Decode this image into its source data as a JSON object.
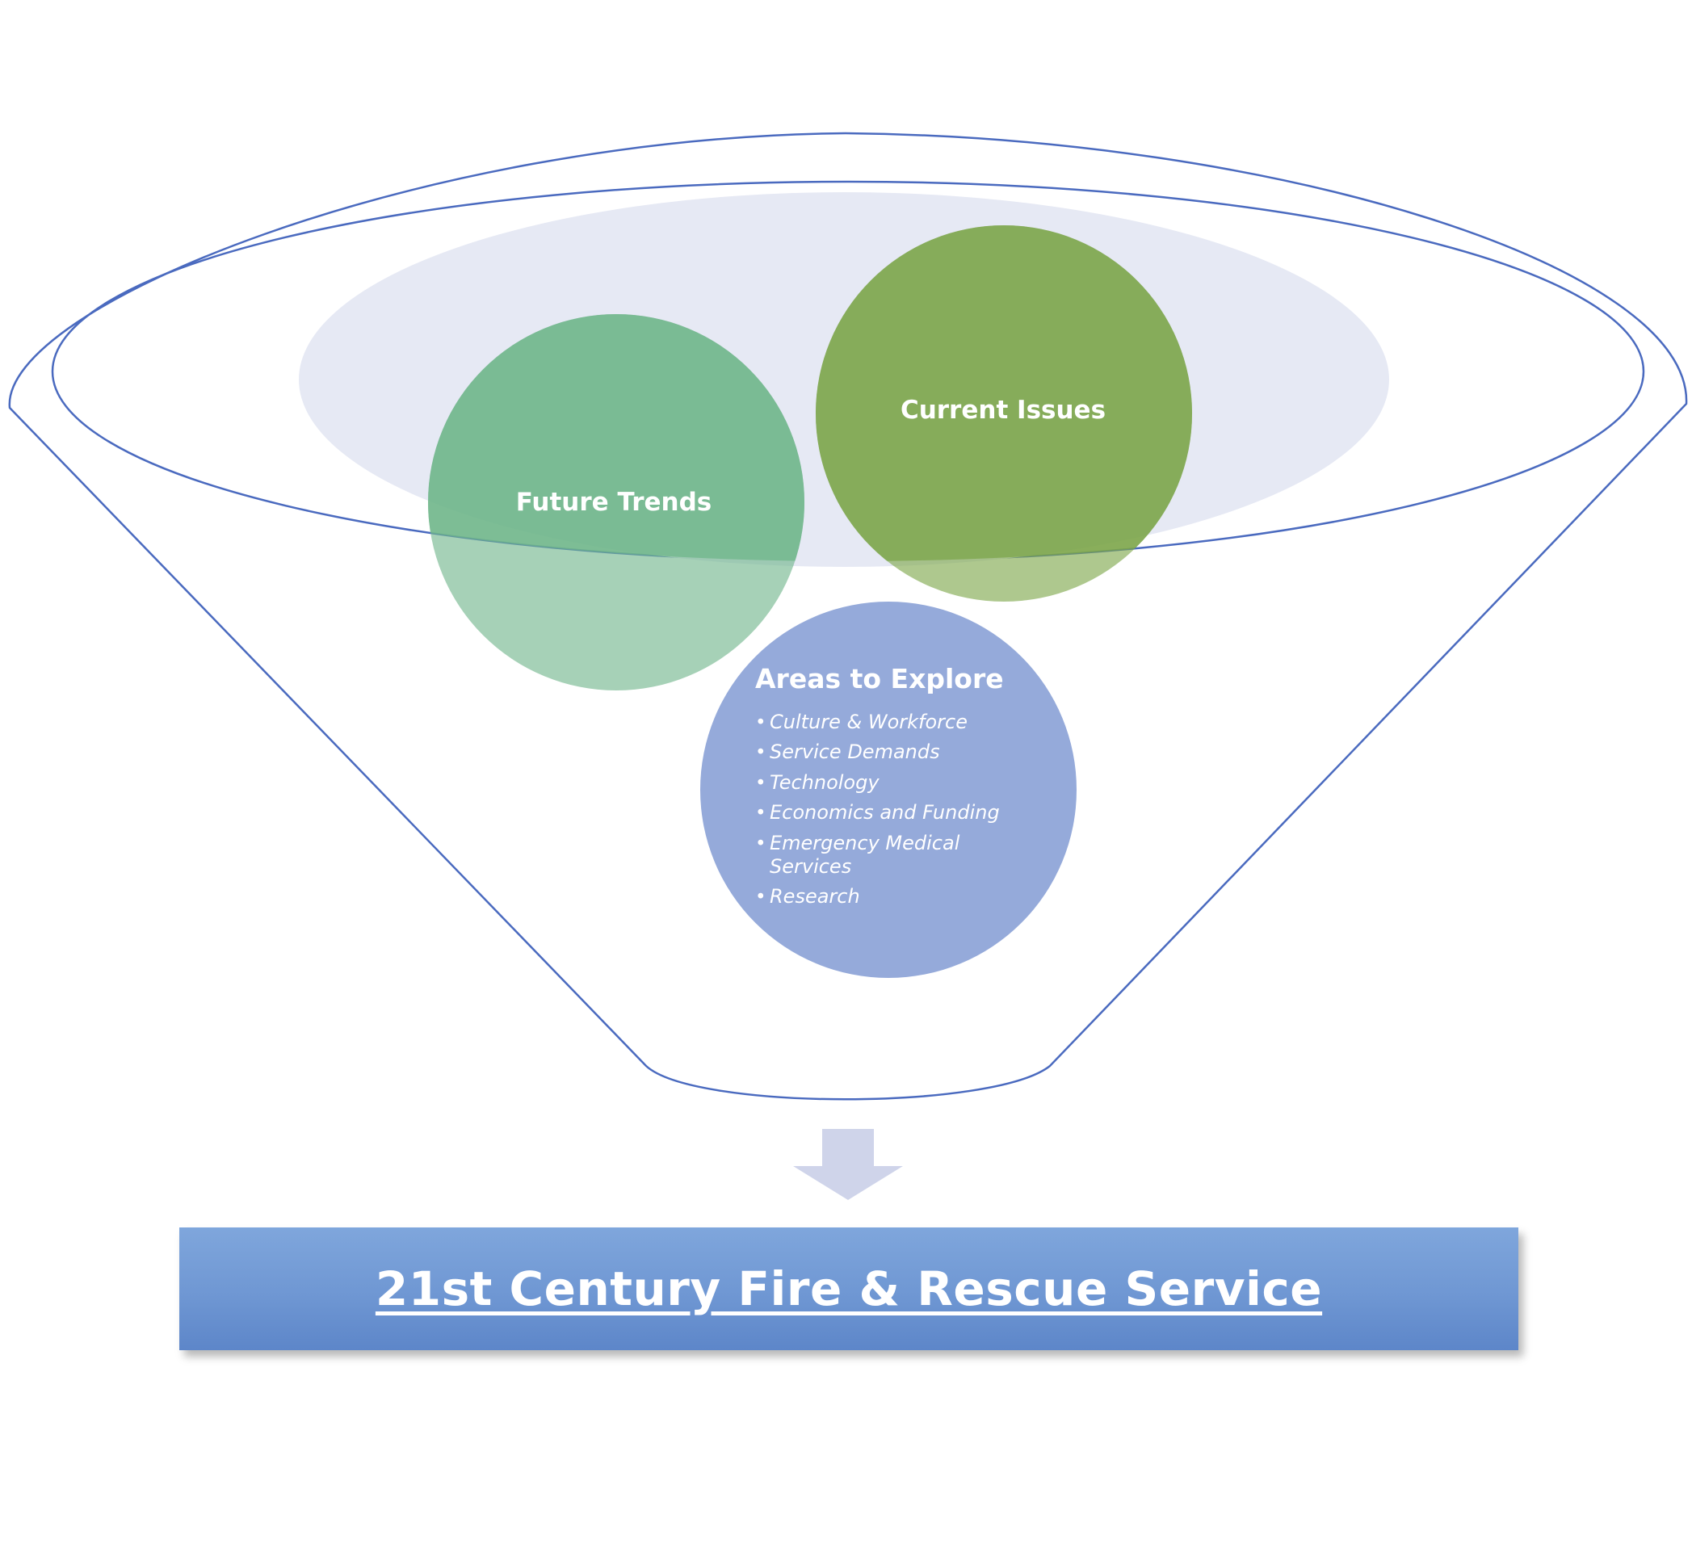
{
  "diagram": {
    "circles": {
      "future_trends": {
        "label": "Future Trends",
        "color": "#6fb58a"
      },
      "current_issues": {
        "label": "Current Issues",
        "color": "#7ca649"
      },
      "areas_to_explore": {
        "label": "Areas to Explore",
        "color": "#8fa5d8",
        "items": [
          "Culture & Workforce",
          "Service Demands",
          "Technology",
          "Economics and Funding",
          "Emergency Medical",
          "Services",
          "Research"
        ]
      }
    },
    "funnel": {
      "outline_color": "#4a6abf",
      "inner_fill": "#e6e9f4"
    },
    "arrow_color": "#cfd4ea",
    "result": {
      "label": "21st Century Fire & Rescue Service",
      "color": "#6f97d3"
    }
  }
}
